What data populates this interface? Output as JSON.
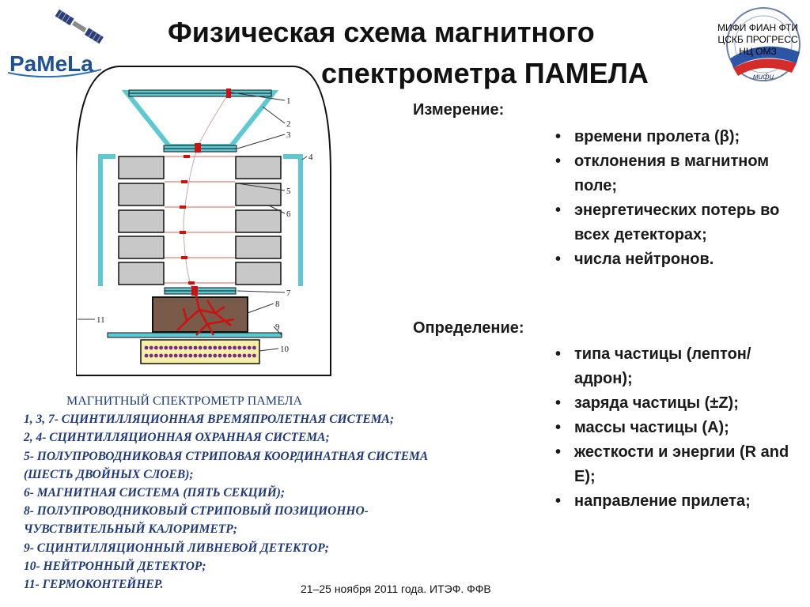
{
  "title_line1": "Физическая схема магнитного",
  "title_line2": "спектрометра ПАМЕЛА",
  "logo_left": {
    "text": "PaMeLa"
  },
  "logo_right": {
    "line1": "МИФИ  ФИАН  ФТИ",
    "line2": "ЦСКБ  ПРОГРЕСС",
    "line3": "НЦ  ОМЗ",
    "seal_text": "мифи"
  },
  "diagram": {
    "labels": [
      "1",
      "2",
      "3",
      "4",
      "5",
      "6",
      "7",
      "8",
      "9",
      "10",
      "11"
    ]
  },
  "measure": {
    "heading": "Измерение:",
    "items": [
      " времени пролета (β);",
      " отклонения в магнитном поле;",
      " энергетических потерь во всех детекторах;",
      "числа нейтронов."
    ]
  },
  "define": {
    "heading": "Определение:",
    "items": [
      "типа частицы (лептон/адрон);",
      "заряда частицы (±Z);",
      "массы частицы (A);",
      "жесткости и энергии (R and E);",
      "направление прилета;"
    ]
  },
  "bullet": "•",
  "legend": {
    "title": "МАГНИТНЫЙ СПЕКТРОМЕТР ПАМЕЛА",
    "lines": [
      "1, 3, 7- СЦИНТИЛЛЯЦИОННАЯ ВРЕМЯПРОЛЕТНАЯ СИСТЕМА;",
      "2, 4- СЦИНТИЛЛЯЦИОННАЯ ОХРАННАЯ СИСТЕМА;",
      "5- ПОЛУПРОВОДНИКОВАЯ СТРИПОВАЯ КООРДИНАТНАЯ СИСТЕМА",
      "(ШЕСТЬ ДВОЙНЫХ СЛОЕВ);",
      "6- МАГНИТНАЯ СИСТЕМА (ПЯТЬ СЕКЦИЙ);",
      "8- ПОЛУПРОВОДНИКОВЫЙ СТРИПОВЫЙ ПОЗИЦИОННО-",
      "ЧУВСТВИТЕЛЬНЫЙ КАЛОРИМЕТР;",
      "9- СЦИНТИЛЛЯЦИОННЫЙ ЛИВНЕВОЙ ДЕТЕКТОР;",
      "10- НЕЙТРОННЫЙ ДЕТЕКТОР;",
      "11- ГЕРМОКОНТЕЙНЕР."
    ]
  },
  "footer": "21–25 ноября 2011 года. ИТЭФ. ФФВ",
  "colors": {
    "cyan": "#5bc8d2",
    "magnet": "#c8c8c8",
    "calorimeter": "#7a5a48",
    "neutron": "#f6f0a6",
    "neutron_dots": "#7a2a8a",
    "track": "#cc1111",
    "legend": "#1f3a7a"
  }
}
